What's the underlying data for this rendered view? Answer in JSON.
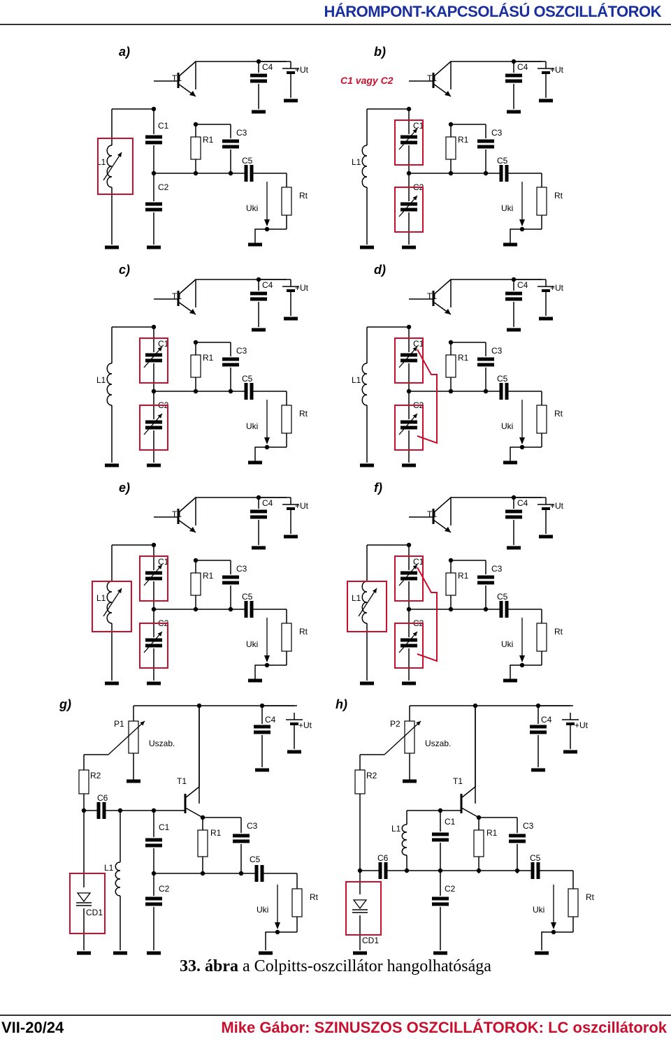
{
  "header": {
    "title": "HÁROMPONT-KAPCSOLÁSÚ OSZCILLÁTOROK"
  },
  "caption": {
    "number": "33.",
    "word": "ábra",
    "rest": " a Colpitts-oszcillátor hangolhatósága"
  },
  "footer": {
    "left": "VII-20/24",
    "right": "Mike Gábor: SZINUSZOS OSZCILLÁTOROK: LC oszcillátorok"
  },
  "colors": {
    "accent_blue": "#1a2f9e",
    "highlight_red": "#c8102e"
  },
  "labels": {
    "c1": "C1",
    "c2": "C2",
    "c3": "C3",
    "c4": "C4",
    "c5": "C5",
    "c6": "C6",
    "r1": "R1",
    "r2": "R2",
    "rt": "Rt",
    "t1": "T1",
    "l1": "L1",
    "ut": "+Ut",
    "uki": "Uki",
    "uszab": "Uszab.",
    "p1": "P1",
    "p2": "P2",
    "cd1": "CD1"
  },
  "panels": [
    {
      "id": "a",
      "label": "a)",
      "tuned": "L1"
    },
    {
      "id": "b",
      "label": "b)",
      "tuned": "C1C2",
      "note": "C1 vagy C2"
    },
    {
      "id": "c",
      "label": "c)",
      "tuned": "C1C2"
    },
    {
      "id": "d",
      "label": "d)",
      "tuned": "C1C2-gang"
    },
    {
      "id": "e",
      "label": "e)",
      "tuned": "L1C1C2"
    },
    {
      "id": "f",
      "label": "f)",
      "tuned": "L1C1C2-gang"
    },
    {
      "id": "g",
      "label": "g)",
      "pot": "P1"
    },
    {
      "id": "h",
      "label": "h)",
      "pot": "P2"
    }
  ]
}
